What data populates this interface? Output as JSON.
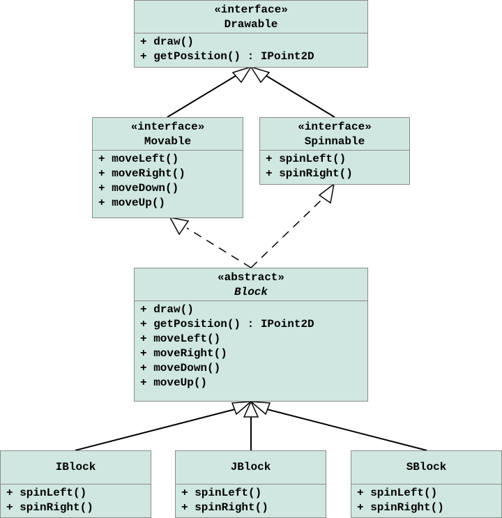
{
  "classes": {
    "drawable": {
      "stereotype": "«interface»",
      "name": "Drawable",
      "ops": [
        "+ draw()",
        "+ getPosition() : IPoint2D"
      ]
    },
    "movable": {
      "stereotype": "«interface»",
      "name": "Movable",
      "ops": [
        "+ moveLeft()",
        "+ moveRight()",
        "+ moveDown()",
        "+ moveUp()"
      ]
    },
    "spinnable": {
      "stereotype": "«interface»",
      "name": "Spinnable",
      "ops": [
        "+ spinLeft()",
        "+ spinRight()"
      ]
    },
    "block": {
      "stereotype": "«abstract»",
      "name": "Block",
      "ops": [
        "+ draw()",
        "+ getPosition() : IPoint2D",
        "+ moveLeft()",
        "+ moveRight()",
        "+ moveDown()",
        "+ moveUp()"
      ]
    },
    "iblock": {
      "name": "IBlock",
      "ops": [
        "+ spinLeft()",
        "+ spinRight()"
      ]
    },
    "jblock": {
      "name": "JBlock",
      "ops": [
        "+ spinLeft()",
        "+ spinRight()"
      ]
    },
    "sblock": {
      "name": "SBlock",
      "ops": [
        "+ spinLeft()",
        "+ spinRight()"
      ]
    }
  },
  "relations": [
    {
      "from": "movable",
      "to": "drawable",
      "kind": "generalization"
    },
    {
      "from": "spinnable",
      "to": "drawable",
      "kind": "generalization"
    },
    {
      "from": "block",
      "to": "movable",
      "kind": "realization"
    },
    {
      "from": "block",
      "to": "spinnable",
      "kind": "realization"
    },
    {
      "from": "iblock",
      "to": "block",
      "kind": "generalization"
    },
    {
      "from": "jblock",
      "to": "block",
      "kind": "generalization"
    },
    {
      "from": "sblock",
      "to": "block",
      "kind": "generalization"
    }
  ]
}
